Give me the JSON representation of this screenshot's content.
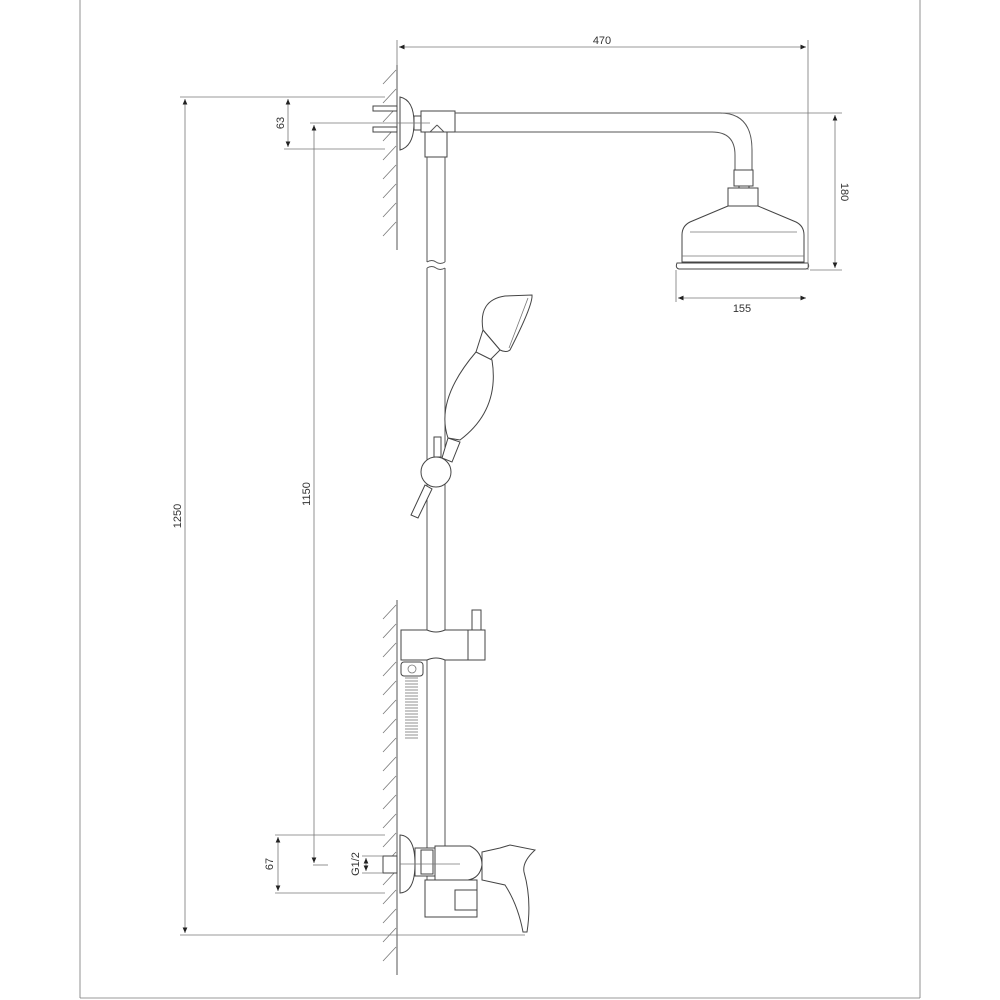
{
  "drawing": {
    "title": "Shower column technical drawing",
    "dimensions": {
      "arm_projection": "470",
      "head_height": "180",
      "head_diameter": "155",
      "total_height": "1250",
      "bracket_offset": "63",
      "rail_length": "1150",
      "mixer_flange": "67",
      "thread": "G1/2"
    },
    "line_color": "#555555",
    "background": "#ffffff"
  }
}
